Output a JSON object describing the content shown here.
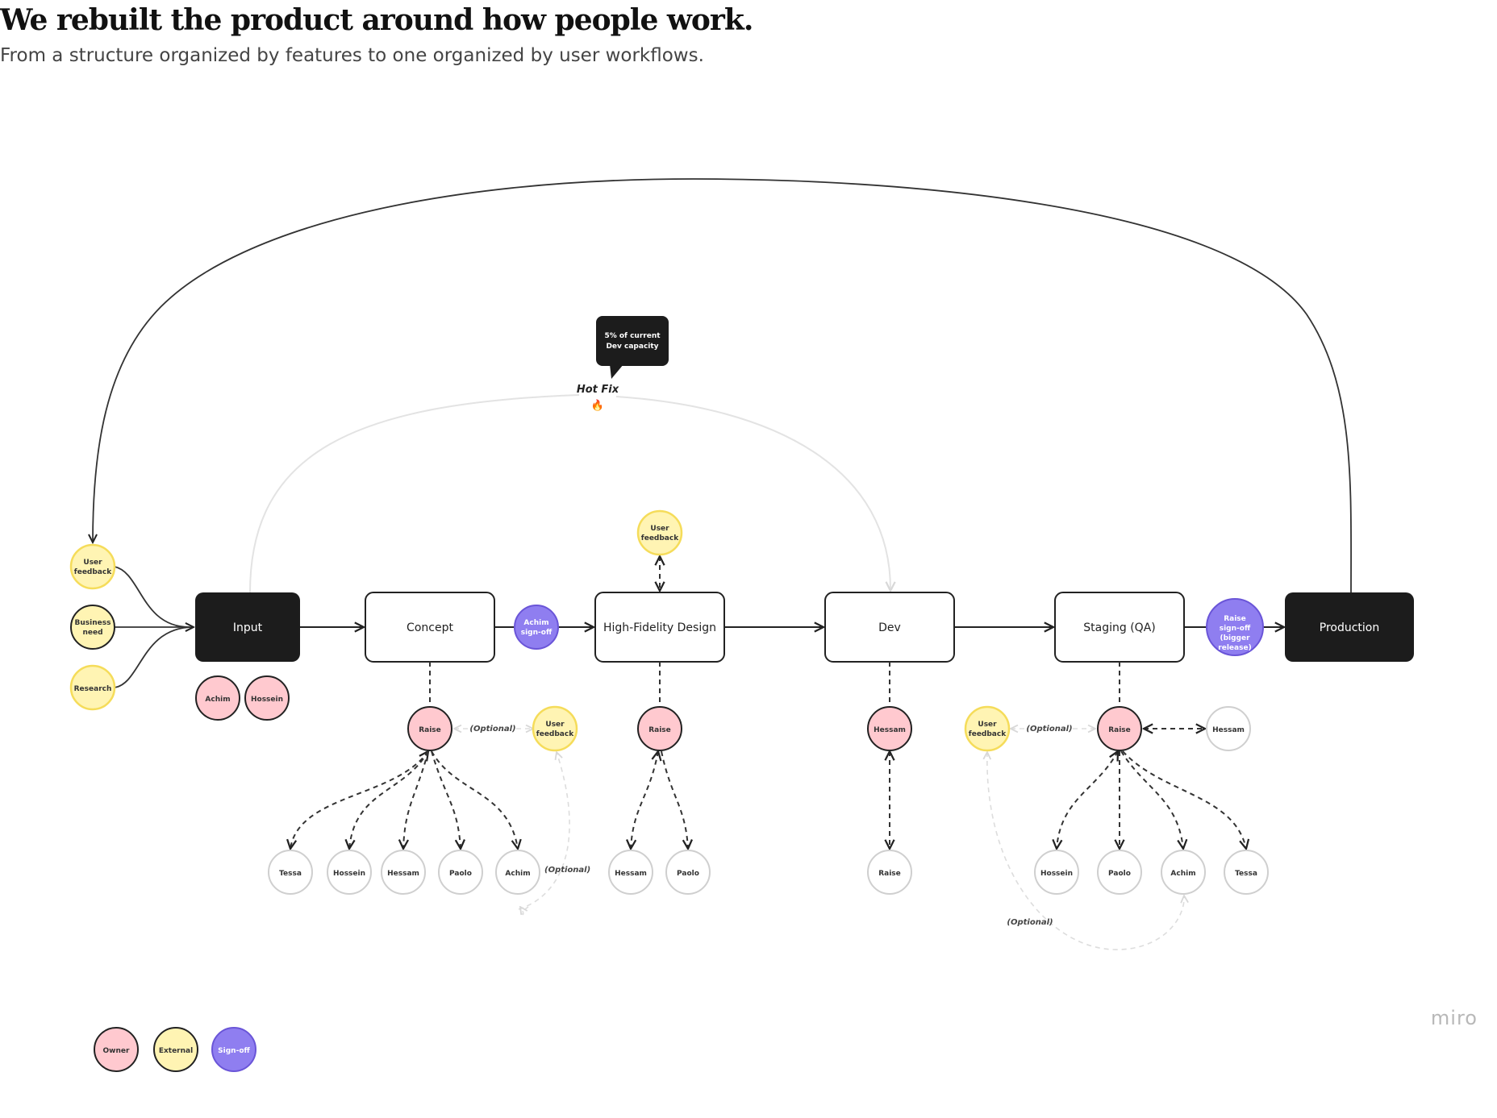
{
  "header": {
    "title": "We rebuilt the product around how people work.",
    "subtitle": "From a structure organized by features to one organized by user workflows."
  },
  "stages": {
    "input": "Input",
    "concept": "Concept",
    "hifi": "High-Fidelity Design",
    "dev": "Dev",
    "staging": "Staging (QA)",
    "production": "Production"
  },
  "inputs": {
    "user_feedback": [
      "User",
      "feedback"
    ],
    "business_need": [
      "Business",
      "need"
    ],
    "research": "Research"
  },
  "input_owners": [
    "Achim",
    "Hossein"
  ],
  "signoffs": {
    "achim": [
      "Achim",
      "sign-off"
    ],
    "raise": [
      "Raise",
      "sign-off",
      "(bigger",
      "release)"
    ]
  },
  "hotfix": {
    "label": "Hot Fix",
    "emoji": "🔥",
    "callout": [
      "5% of current",
      "Dev capacity"
    ]
  },
  "hifi_feedback": [
    "User",
    "feedback"
  ],
  "concept_group": {
    "owner": "Raise",
    "optional_label": "(Optional)",
    "feedback": [
      "User",
      "feedback"
    ],
    "people": [
      "Tessa",
      "Hossein",
      "Hessam",
      "Paolo",
      "Achim"
    ],
    "loop_label": "(Optional)"
  },
  "hifi_group": {
    "owner": "Raise",
    "people": [
      "Hessam",
      "Paolo"
    ]
  },
  "dev_group": {
    "owner": "Hessam",
    "people": [
      "Raise"
    ]
  },
  "staging_group": {
    "owner": "Raise",
    "optional_label": "(Optional)",
    "feedback": [
      "User",
      "feedback"
    ],
    "external": "Hessam",
    "people": [
      "Hossein",
      "Paolo",
      "Achim",
      "Tessa"
    ],
    "loop_label": "(Optional)"
  },
  "legend": {
    "owner": "Owner",
    "external": "External",
    "signoff": "Sign-off"
  },
  "brand": "miro",
  "colors": {
    "owner": "#ffc9cf",
    "external": "#fff4b3",
    "signoff": "#8f7ef0",
    "dark_box": "#1c1c1c"
  }
}
